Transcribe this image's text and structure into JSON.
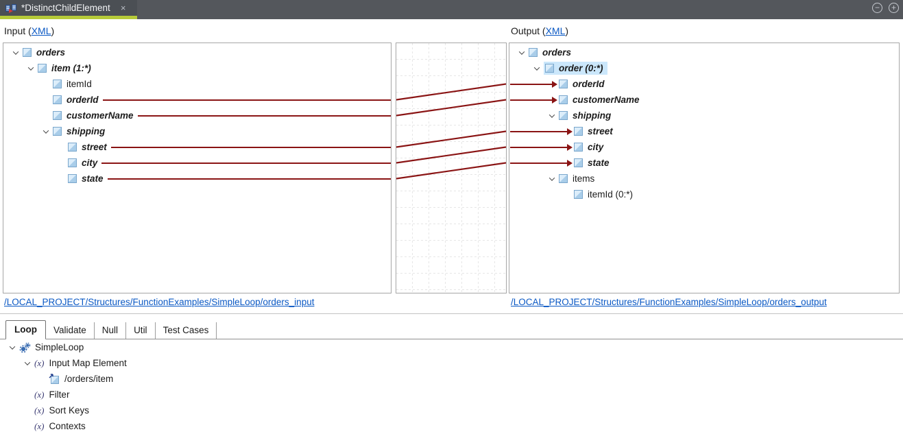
{
  "window": {
    "tab_title": "*DistinctChildElement",
    "close_glyph": "×",
    "collapse_glyph": "−",
    "expand_glyph": "+",
    "accent_underline": "#b6ca39",
    "bar_color": "#54575c"
  },
  "input": {
    "header_prefix": "Input (",
    "header_link": "XML",
    "header_suffix": ")",
    "path_link": "/LOCAL_PROJECT/Structures/FunctionExamples/SimpleLoop/orders_input",
    "tree": [
      {
        "label": "orders"
      },
      {
        "label": "item (1:*)"
      },
      {
        "label": "itemId"
      },
      {
        "label": "orderId"
      },
      {
        "label": "customerName"
      },
      {
        "label": "shipping"
      },
      {
        "label": "street"
      },
      {
        "label": "city"
      },
      {
        "label": "state"
      }
    ]
  },
  "output": {
    "header_prefix": "Output (",
    "header_link": "XML",
    "header_suffix": ")",
    "path_link": "/LOCAL_PROJECT/Structures/FunctionExamples/SimpleLoop/orders_output",
    "selected_node": "order (0:*)",
    "tree": [
      {
        "label": "orders"
      },
      {
        "label": "order (0:*)"
      },
      {
        "label": "orderId"
      },
      {
        "label": "customerName"
      },
      {
        "label": "shipping"
      },
      {
        "label": "street"
      },
      {
        "label": "city"
      },
      {
        "label": "state"
      },
      {
        "label": "items"
      },
      {
        "label": "itemId (0:*)"
      }
    ]
  },
  "mappings": [
    {
      "from": "orderId",
      "to": "orderId"
    },
    {
      "from": "customerName",
      "to": "customerName"
    },
    {
      "from": "street",
      "to": "street"
    },
    {
      "from": "city",
      "to": "city"
    },
    {
      "from": "state",
      "to": "state"
    }
  ],
  "colors": {
    "map_line": "#8a1414",
    "selection": "#cbe7fb",
    "link": "#0a58c4"
  },
  "bottom": {
    "tabs": [
      {
        "label": "Loop",
        "active": true
      },
      {
        "label": "Validate",
        "active": false
      },
      {
        "label": "Null",
        "active": false
      },
      {
        "label": "Util",
        "active": false
      },
      {
        "label": "Test Cases",
        "active": false
      }
    ],
    "function_icon_glyph": "(x)",
    "tree": [
      {
        "label": "SimpleLoop"
      },
      {
        "label": "Input Map Element"
      },
      {
        "label": "/orders/item"
      },
      {
        "label": "Filter"
      },
      {
        "label": "Sort Keys"
      },
      {
        "label": "Contexts"
      }
    ]
  }
}
